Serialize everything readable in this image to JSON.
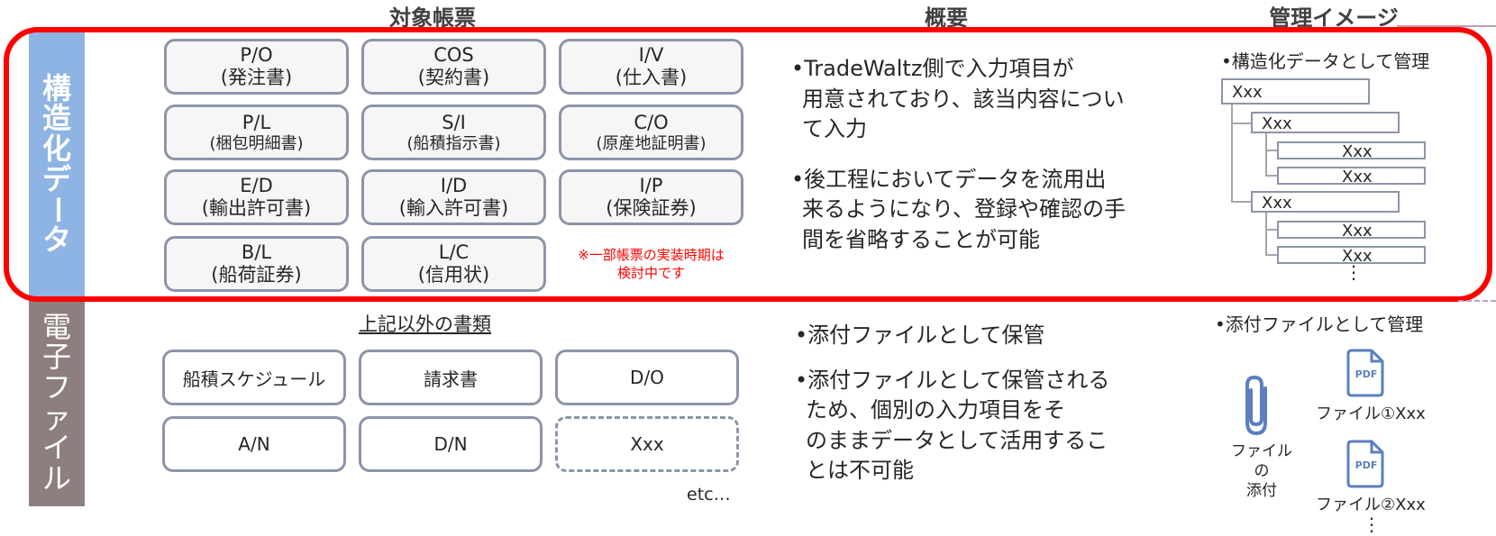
{
  "headers": {
    "target": "対象帳票",
    "overview": "概要",
    "image": "管理イメージ"
  },
  "sidebar": {
    "structured": [
      "構",
      "造",
      "化",
      "デ",
      "ー",
      "タ"
    ],
    "file": [
      "電",
      "子",
      "フ",
      "ァ",
      "イ",
      "ル"
    ]
  },
  "structured_docs": [
    {
      "code": "P/O",
      "name": "(発注書)"
    },
    {
      "code": "COS",
      "name": "(契約書)"
    },
    {
      "code": "I/V",
      "name": "(仕入書)"
    },
    {
      "code": "P/L",
      "name": "(梱包明細書)"
    },
    {
      "code": "S/I",
      "name": "(船積指示書)"
    },
    {
      "code": "C/O",
      "name": "(原産地証明書)"
    },
    {
      "code": "E/D",
      "name": "(輸出許可書)"
    },
    {
      "code": "I/D",
      "name": "(輸入許可書)"
    },
    {
      "code": "I/P",
      "name": "(保険証券)"
    },
    {
      "code": "B/L",
      "name": "(船荷証券)"
    },
    {
      "code": "L/C",
      "name": "(信用状)"
    }
  ],
  "note": [
    "※一部帳票の実装時期は",
    "検討中です"
  ],
  "other_docs_title": "上記以外の書類",
  "file_docs": [
    "船積スケジュール",
    "請求書",
    "D/O",
    "A/N",
    "D/N",
    "Xxx"
  ],
  "etc": "etc…",
  "overview_structured": [
    "•TradeWaltz側で入力項目が",
    "用意されており、該当内容につい",
    "て入力",
    "•後工程においてデータを流用出",
    "来るようになり、登録や確認の手",
    "間を省略することが可能"
  ],
  "overview_file": [
    "•添付ファイルとして保管",
    "•添付ファイルとして保管される",
    "ため、個別の入力項目をそ",
    "のままデータとして活用するこ",
    "とは不可能"
  ],
  "image_structured": {
    "caption": "•構造化データとして管理",
    "nodes": [
      "Xxx",
      "Xxx",
      "Xxx",
      "Xxx",
      "Xxx",
      "Xxx",
      "Xxx"
    ],
    "ellipsis": "⋮"
  },
  "image_file": {
    "caption": "•添付ファイルとして管理",
    "attach_label": [
      "ファイルの",
      "添付"
    ],
    "pdf_tag": "PDF",
    "file1": "ファイル①Xxx",
    "file2": "ファイル②Xxx",
    "ellipsis": "⋮"
  },
  "colors": {
    "structured_band": "#8eb4e3",
    "file_band": "#8c7f7e",
    "highlight": "#ff0000",
    "box_border": "#8c94a8",
    "icon": "#5b7fc0"
  }
}
